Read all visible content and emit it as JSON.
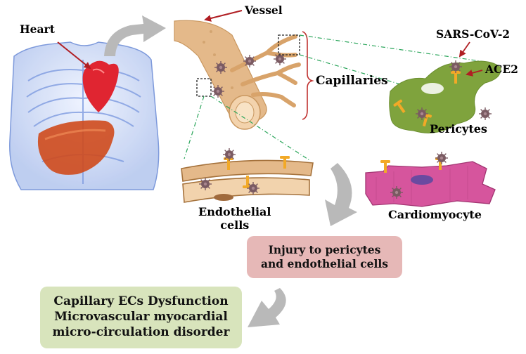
{
  "labels": {
    "heart": "Heart",
    "vessel": "Vessel",
    "capillaries": "Capillaries",
    "sars": "SARS-CoV-2",
    "ace2": "ACE2",
    "pericytes": "Pericytes",
    "endothelial_line1": "Endothelial",
    "endothelial_line2": "cells",
    "cardiomyocyte": "Cardiomyocyte"
  },
  "boxes": {
    "injury": {
      "line1": "Injury to pericytes",
      "line2": "and endothelial cells",
      "color": "#e6b8b7"
    },
    "outcome": {
      "line1": "Capillary ECs Dysfunction",
      "line2": "Microvascular myocardial",
      "line3": "micro-circulation disorder",
      "color": "#d8e4bc"
    }
  },
  "colors": {
    "vessel": "#e4b98a",
    "pericyte": "#7fa33d",
    "cardiomyocyte": "#d6559d",
    "heart": "#e02531",
    "liver": "#cf4a1c",
    "pointer_arrow": "#b01e23",
    "process_arrow": "#b9b9b9",
    "callout_line": "#2aa55a"
  }
}
